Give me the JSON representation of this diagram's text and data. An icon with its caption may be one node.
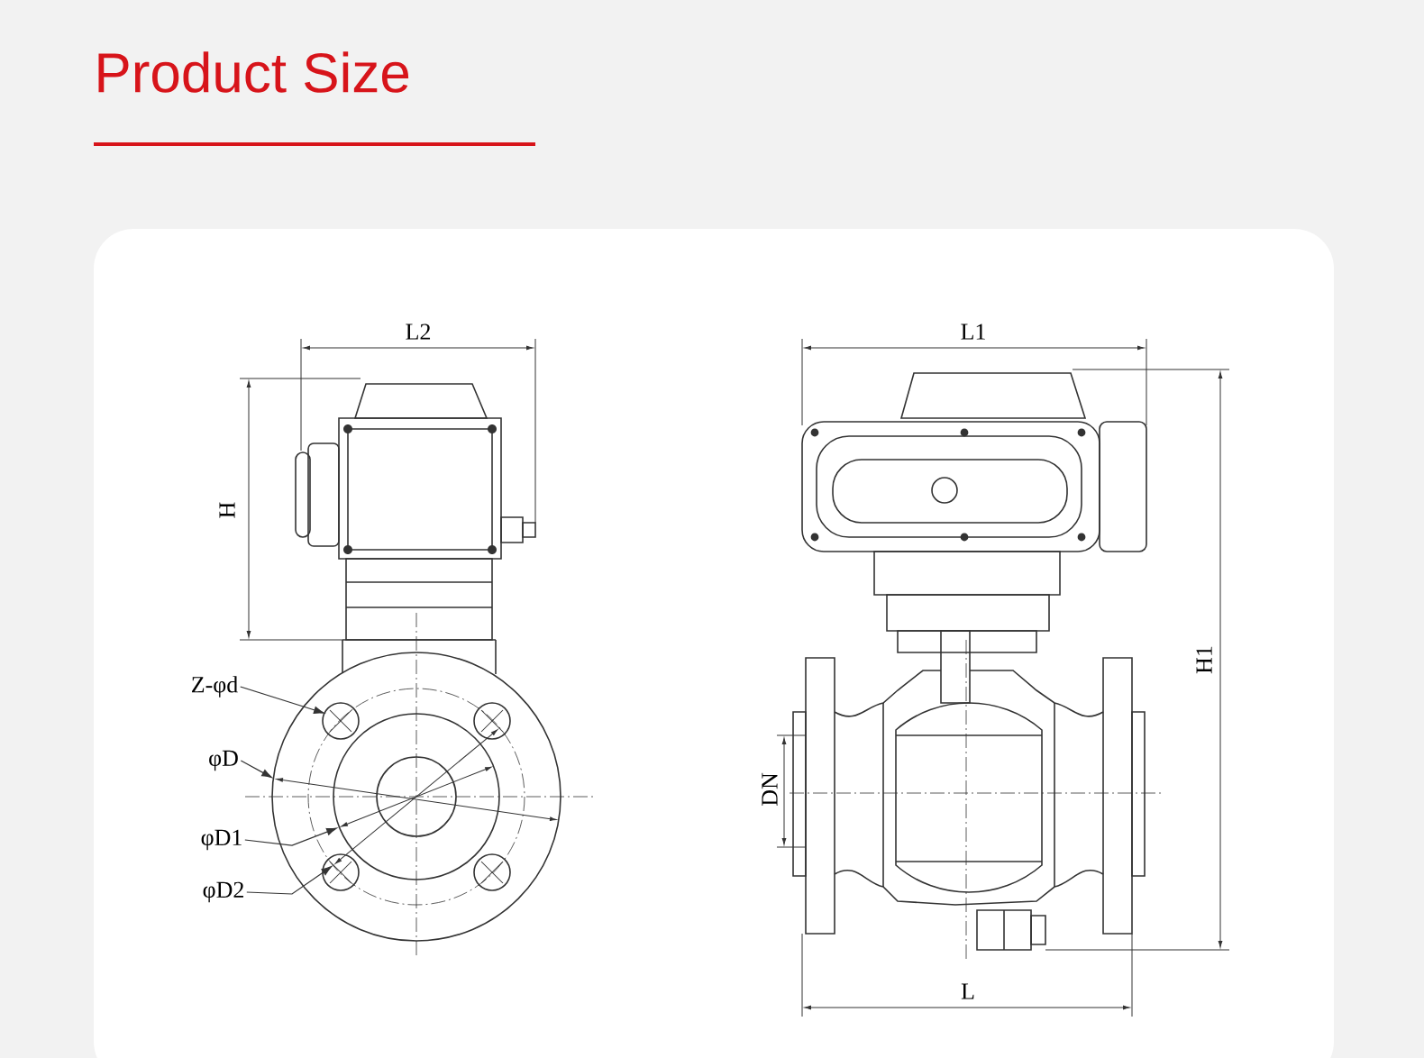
{
  "diagram": {
    "title": "Product Size",
    "nodes": [
      {
        "text": [
          "Z-φd"
        ]
      },
      {
        "text": [
          "φD"
        ]
      },
      {
        "text": [
          "φD1"
        ]
      },
      {
        "text": [
          "φD2"
        ]
      }
    ],
    "edges": [
      {
        "from": 0,
        "to": null,
        "arrow": "to"
      },
      {
        "from": 1,
        "to": null,
        "arrow": "to"
      },
      {
        "from": 2,
        "to": null,
        "arrow": "to"
      },
      {
        "from": 3,
        "to": null,
        "arrow": "to"
      }
    ],
    "labels": [
      "L2",
      "L1",
      "H",
      "H1",
      "DN",
      "L"
    ]
  }
}
